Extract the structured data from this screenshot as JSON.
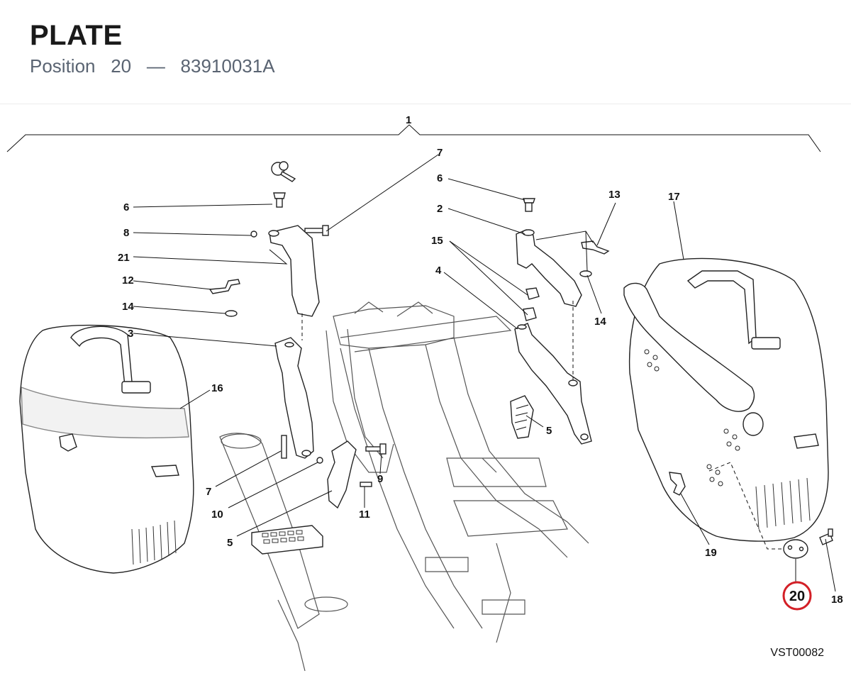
{
  "header": {
    "title": "PLATE",
    "position_label": "Position",
    "position_number": "20",
    "separator": "—",
    "part_number": "83910031A"
  },
  "diagram": {
    "callouts": {
      "c1": "1",
      "c2": "2",
      "c3": "3",
      "c4": "4",
      "c5a": "5",
      "c5b": "5",
      "c6a": "6",
      "c6b": "6",
      "c7a": "7",
      "c7b": "7",
      "c8": "8",
      "c9": "9",
      "c10": "10",
      "c11": "11",
      "c12": "12",
      "c13": "13",
      "c14a": "14",
      "c14b": "14",
      "c15": "15",
      "c16": "16",
      "c17": "17",
      "c18": "18",
      "c19": "19",
      "c20": "20",
      "c21": "21"
    },
    "highlighted_callout": "20",
    "highlight_color": "#d32027",
    "drawing_code": "VST00082"
  }
}
